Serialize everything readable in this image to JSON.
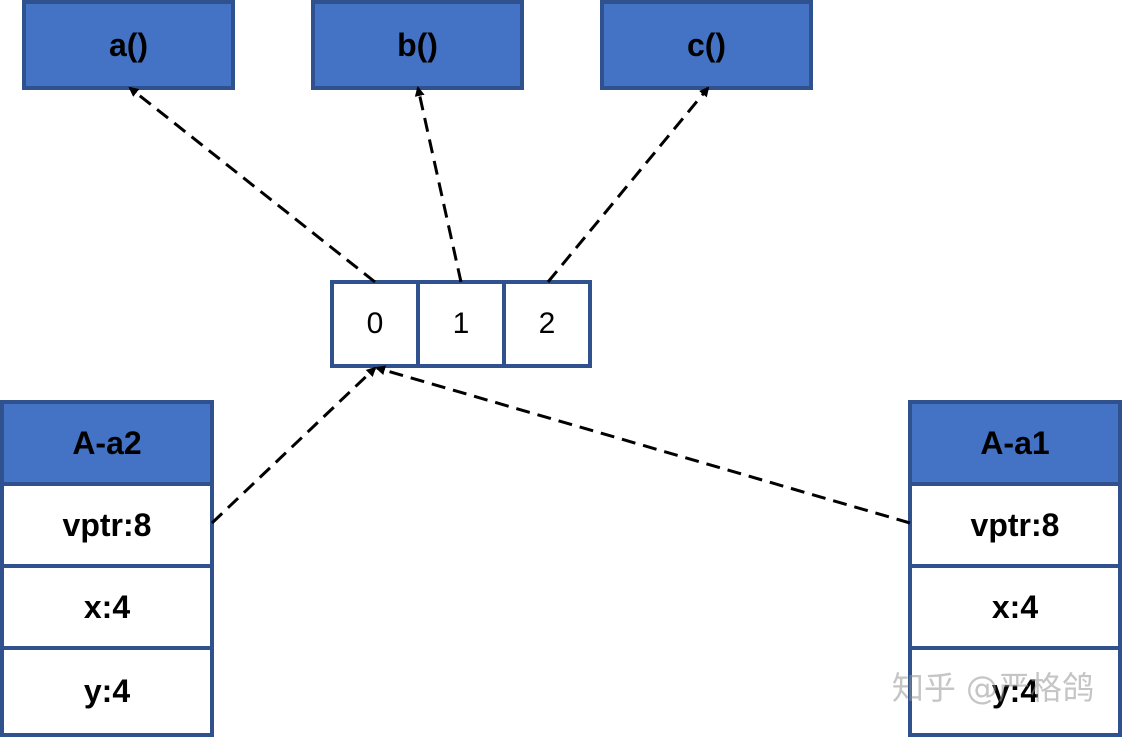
{
  "functions": [
    "a()",
    "b()",
    "c()"
  ],
  "vtable": [
    "0",
    "1",
    "2"
  ],
  "object_left": {
    "title": "A-a2",
    "fields": [
      "vptr:8",
      "x:4",
      "y:4"
    ]
  },
  "object_right": {
    "title": "A-a1",
    "fields": [
      "vptr:8",
      "x:4",
      "y:4"
    ]
  },
  "watermark": "知乎 @严格鸽",
  "colors": {
    "fill": "#4472c4",
    "border": "#2f528f"
  }
}
